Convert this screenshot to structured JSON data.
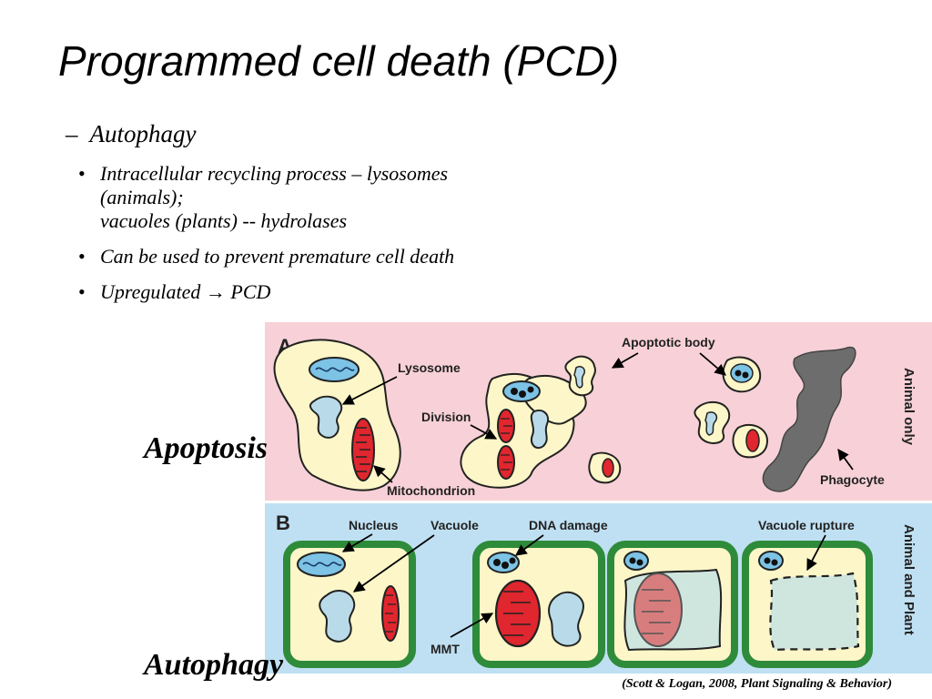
{
  "slide": {
    "title": "Programmed cell death (PCD)",
    "subhead": {
      "dash": "–",
      "text": "Autophagy"
    },
    "bullets": [
      {
        "lines": [
          "Intracellular recycling process – lysosomes",
          "(animals);",
          "vacuoles (plants) -- hydrolases"
        ]
      },
      {
        "lines": [
          "Can be used to prevent premature cell death"
        ]
      },
      {
        "prefix": "Upregulated ",
        "arrow": "→",
        "suffix": " PCD"
      }
    ],
    "apoptosis_label": "Apoptosis",
    "autophagy_label": "Autophagy",
    "citation": "(Scott & Logan, 2008, Plant Signaling & Behavior)"
  },
  "figure": {
    "panel_a": {
      "letter": "A",
      "side_label": "Animal only",
      "labels": {
        "lysosome": "Lysosome",
        "division": "Division",
        "mitochondrion": "Mitochondrion",
        "apoptotic_body": "Apoptotic body",
        "phagocyte": "Phagocyte"
      }
    },
    "panel_b": {
      "letter": "B",
      "side_label": "Animal and Plant",
      "labels": {
        "nucleus": "Nucleus",
        "vacuole": "Vacuole",
        "dna_damage": "DNA damage",
        "vacuole_rupture": "Vacuole rupture",
        "mmt": "MMT"
      }
    },
    "colors": {
      "panel_a_bg": "#f7d1d7",
      "panel_b_bg": "#bfe0f2",
      "cell_fill": "#fcf6c8",
      "mitochondrion": "#e0262e",
      "nucleus": "#7cc3e6",
      "vacuole": "#b9dbe9",
      "wall": "#2e8b3a",
      "phagocyte": "#6d6d6d"
    }
  }
}
